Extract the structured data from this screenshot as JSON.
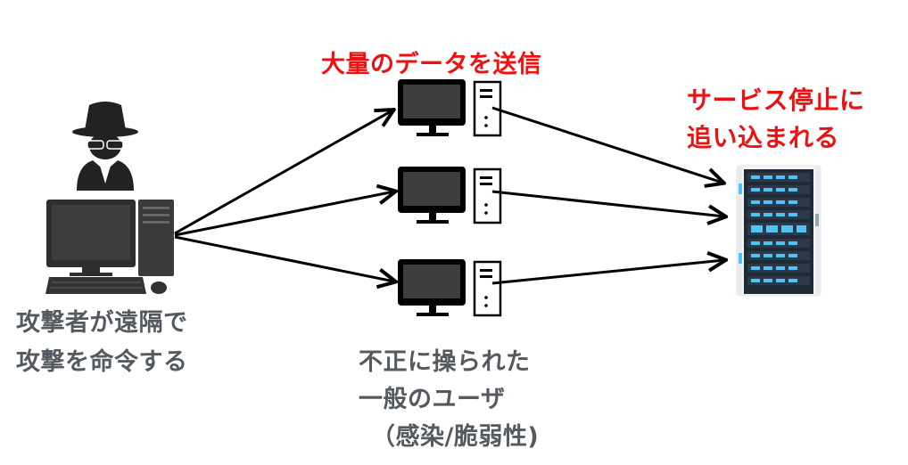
{
  "labels": {
    "send": "大量のデータを送信",
    "service_line1": "サービス停止に",
    "service_line2": "追い込まれる",
    "attacker_line1": "攻撃者が遠隔で",
    "attacker_line2": "攻撃を命令する",
    "victim_line1": "不正に操られた",
    "victim_line2": "一般のユーザ",
    "victim_line3": "（感染/脆弱性)"
  },
  "icons": {
    "hacker": "hacker-icon",
    "attacker_pc": "desktop-computer-icon",
    "bot_pc": "desktop-computer-icon",
    "server": "server-rack-icon"
  },
  "colors": {
    "highlight": "#ee1111",
    "body_text": "#555a60",
    "icon": "#222222",
    "arrow": "#000000",
    "server_accent": "#4fc3f7"
  }
}
